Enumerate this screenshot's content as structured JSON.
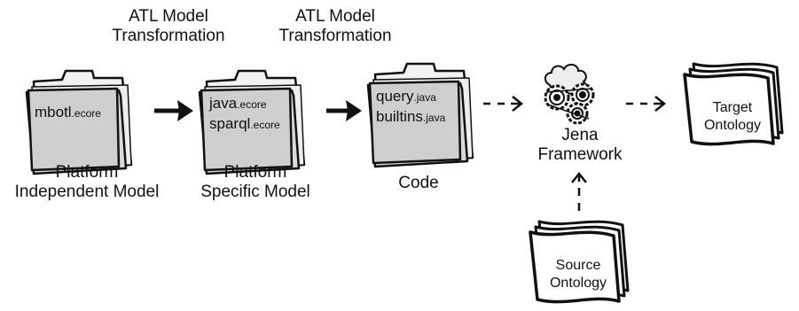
{
  "transformations": [
    {
      "line1": "ATL Model",
      "line2": "Transformation"
    },
    {
      "line1": "ATL Model",
      "line2": "Transformation"
    }
  ],
  "folders": [
    {
      "files": [
        {
          "name": "mbotl",
          "ext": ".ecore"
        }
      ],
      "caption_line1": "Platform",
      "caption_line2": "Independent Model"
    },
    {
      "files": [
        {
          "name": "java",
          "ext": ".ecore"
        },
        {
          "name": "sparql",
          "ext": ".ecore"
        }
      ],
      "caption_line1": "Platform",
      "caption_line2": "Specific Model"
    },
    {
      "files": [
        {
          "name": "query",
          "ext": ".java"
        },
        {
          "name": "builtins",
          "ext": ".java"
        }
      ],
      "caption_line1": "Code",
      "caption_line2": ""
    }
  ],
  "jena": {
    "line1": "Jena",
    "line2": "Framework"
  },
  "target": {
    "line1": "Target",
    "line2": "Ontology"
  },
  "source": {
    "line1": "Source",
    "line2": "Ontology"
  }
}
